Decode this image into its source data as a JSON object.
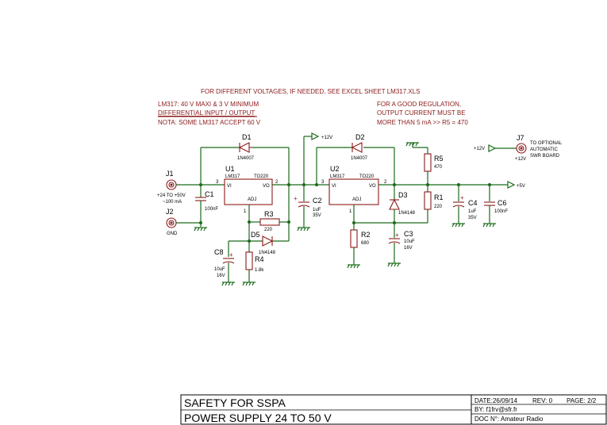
{
  "notes": {
    "line1": "FOR DIFFERENT VOLTAGES, IF NEEDED, SEE EXCEL SHEET LM317.XLS",
    "left1": "LM317: 40 V MAXI & 3 V MINIMUM",
    "left2": "DIFFERENTIAL INPUT / OUTPUT",
    "left3": "NOTA: SOME LM317 ACCEPT 60 V",
    "right1": "FOR A GOOD REGULATION,",
    "right2": "OUTPUT CURRENT MUST BE",
    "right3": "MORE THAN 5 mA  >>  R5 = 470"
  },
  "components": {
    "j1": {
      "ref": "J1",
      "value": "+24 TO +50V",
      "value2": "~100 mA"
    },
    "j2": {
      "ref": "J2",
      "value": "GND"
    },
    "j7": {
      "ref": "J7",
      "value": "TO  OPTIONAL",
      "value2": "AUTOMATIC",
      "value3": "SWR BOARD"
    },
    "c1": {
      "ref": "C1",
      "value": "100nF"
    },
    "d1": {
      "ref": "D1",
      "value": "1N4007"
    },
    "d2": {
      "ref": "D2",
      "value": "1N4007"
    },
    "d3": {
      "ref": "D3",
      "value": "1N4148"
    },
    "d5": {
      "ref": "D5",
      "value": "1N4148"
    },
    "u1": {
      "ref": "U1",
      "part": "LM317",
      "pkg": "TO220",
      "vi": "VI",
      "vo": "VO",
      "adj": "ADJ"
    },
    "u2": {
      "ref": "U2",
      "part": "LM317",
      "pkg": "TO220",
      "vi": "VI",
      "vo": "VO",
      "adj": "ADJ"
    },
    "r1": {
      "ref": "R1",
      "value": "220"
    },
    "r2": {
      "ref": "R2",
      "value": "680"
    },
    "r3": {
      "ref": "R3",
      "value": "220"
    },
    "r4": {
      "ref": "R4",
      "value": "1.8k"
    },
    "r5": {
      "ref": "R5",
      "value": "470"
    },
    "c2": {
      "ref": "C2",
      "value": "1uF",
      "value2": "35V"
    },
    "c3": {
      "ref": "C3",
      "value": "10uF",
      "value2": "16V"
    },
    "c4": {
      "ref": "C4",
      "value": "1uF",
      "value2": "35V"
    },
    "c6": {
      "ref": "C6",
      "value": "100nF"
    },
    "c8": {
      "ref": "C8",
      "value": "10uF",
      "value2": "16V"
    }
  },
  "nets": {
    "p12a": "+12V",
    "p12b": "+12V",
    "p12c": "+12V",
    "p5": "+5V"
  },
  "pins": {
    "p3a": "3",
    "p2a": "2",
    "p1a": "1",
    "p3b": "3",
    "p2b": "2",
    "p1b": "1"
  },
  "title_block": {
    "title1": "SAFETY FOR SSPA",
    "title2": "POWER SUPPLY 24 TO 50 V",
    "date": "DATE:26/09/14",
    "rev": "REV:  0",
    "page": "PAGE:  2/2",
    "by": "BY:  f1frv@sfr.fr",
    "doc": "DOC N°: Amateur Radio"
  }
}
